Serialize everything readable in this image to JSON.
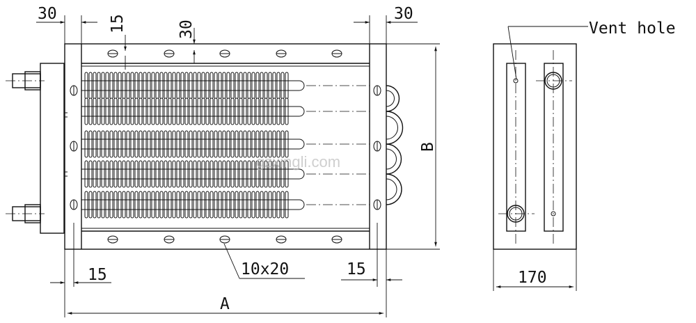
{
  "labels": {
    "flange_width_left": "30",
    "flange_width_right": "30",
    "fin_offset": "15",
    "top_offset": "30",
    "edge_left": "15",
    "edge_right": "15",
    "slot_size": "10x20",
    "length": "A",
    "height": "B",
    "depth": "170",
    "vent_hole": "Vent hole",
    "watermark": "gzxingli.com"
  }
}
